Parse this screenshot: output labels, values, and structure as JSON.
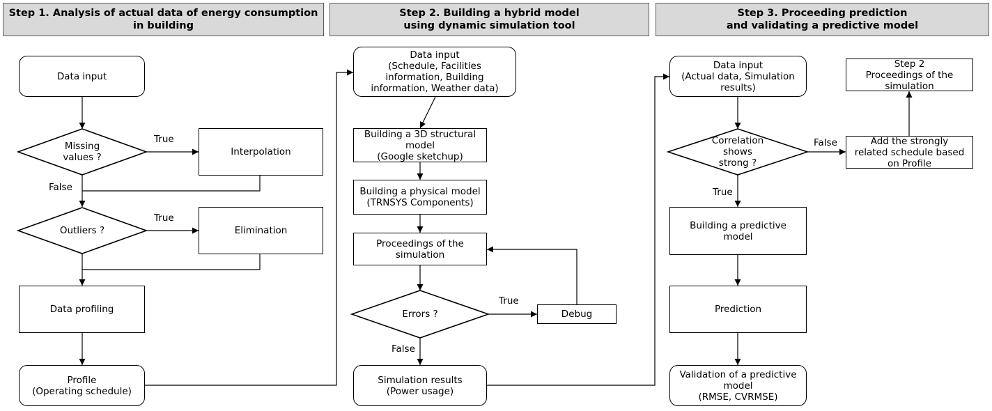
{
  "headers": [
    [
      "Step 1. Analysis of actual data of energy consumption",
      "in building"
    ],
    [
      "Step 2. Building a hybrid model",
      "using dynamic simulation tool"
    ],
    [
      "Step 3. Proceeding prediction",
      "and validating a predictive model"
    ]
  ],
  "step1": {
    "data_input": [
      "Data input"
    ],
    "missing_values": [
      "Missing",
      "values ?"
    ],
    "interpolation": [
      "Interpolation"
    ],
    "outliers": [
      "Outliers ?"
    ],
    "elimination": [
      "Elimination"
    ],
    "data_profiling": [
      "Data profiling"
    ],
    "profile": [
      "Profile",
      "(Operating schedule)"
    ]
  },
  "step2": {
    "data_input": [
      "Data input",
      "(Schedule, Facilities",
      "information, Building",
      "information, Weather data)"
    ],
    "structural_model": [
      "Building a 3D structural",
      "model",
      "(Google sketchup)"
    ],
    "physical_model": [
      "Building a physical model",
      "(TRNSYS Components)"
    ],
    "proceedings": [
      "Proceedings of the",
      "simulation"
    ],
    "errors": [
      "Errors ?"
    ],
    "debug": [
      "Debug"
    ],
    "simulation_results": [
      "Simulation results",
      "(Power usage)"
    ]
  },
  "step3": {
    "data_input": [
      "Data input",
      "(Actual data, Simulation",
      "results)"
    ],
    "correlation": [
      "Correlation",
      "shows",
      "strong ?"
    ],
    "add_schedule": [
      "Add the strongly",
      "related schedule based",
      "on Profile"
    ],
    "step2_proceedings": [
      "Step 2",
      "Proceedings of the",
      "simulation"
    ],
    "predictive_model": [
      "Building a predictive",
      "model"
    ],
    "prediction": [
      "Prediction"
    ],
    "validation": [
      "Validation of a predictive",
      "model",
      "(RMSE, CVRMSE)"
    ]
  },
  "edge_labels": {
    "true": "True",
    "false": "False"
  }
}
